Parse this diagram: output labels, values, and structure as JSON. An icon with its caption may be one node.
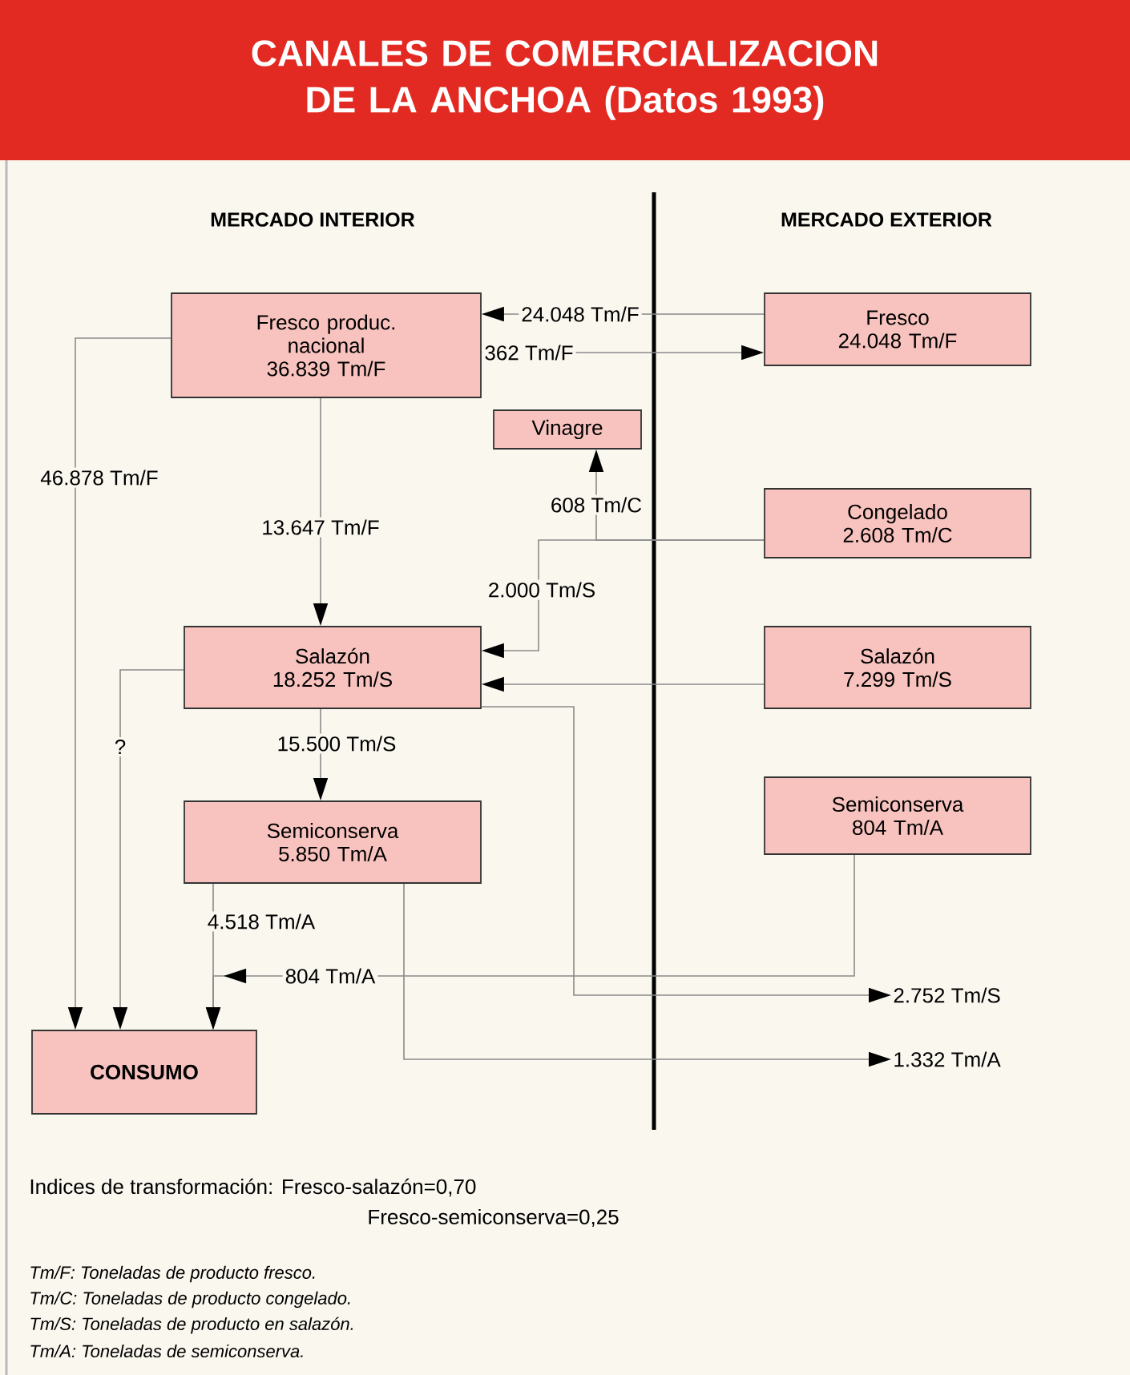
{
  "diagram": {
    "title": "CANALES DE COMERCIALIZACION DE LA ANCHOA (Datos 1993)",
    "nodes": [
      {
        "text": [
          "Fresco produc. nacional",
          "36.839 Tm/F"
        ]
      },
      {
        "text": [
          "Vinagre"
        ]
      },
      {
        "text": [
          "Fresco",
          "24.048 Tm/F"
        ]
      },
      {
        "text": [
          "Congelado",
          "2.608 Tm/C"
        ]
      },
      {
        "text": [
          "Salazón",
          "18.252 Tm/S"
        ]
      },
      {
        "text": [
          "Salazón",
          "7.299 Tm/S"
        ]
      },
      {
        "text": [
          "Semiconserva",
          "5.850 Tm/A"
        ]
      },
      {
        "text": [
          "Semiconserva",
          "804 Tm/A"
        ]
      },
      {
        "text": [
          "CONSUMO"
        ]
      },
      {
        "text": [
          "2.752 Tm/S"
        ]
      },
      {
        "text": [
          "1.332 Tm/A"
        ]
      }
    ],
    "edges": [
      {
        "from": 2,
        "to": 0,
        "arrow": "to",
        "label": "24.048 Tm/F"
      },
      {
        "from": 0,
        "to": 2,
        "arrow": "to",
        "label": "362 Tm/F"
      },
      {
        "from": 0,
        "to": 8,
        "arrow": "to",
        "label": "46.878 Tm/F"
      },
      {
        "from": 0,
        "to": 4,
        "arrow": "to",
        "label": "13.647 Tm/F"
      },
      {
        "from": 3,
        "to": 1,
        "arrow": "to",
        "label": "608 Tm/C"
      },
      {
        "from": 3,
        "to": 4,
        "arrow": "to",
        "label": "2.000 Tm/S"
      },
      {
        "from": 5,
        "to": 4,
        "arrow": "to"
      },
      {
        "from": 4,
        "to": 8,
        "arrow": "to",
        "label": "?"
      },
      {
        "from": 4,
        "to": 6,
        "arrow": "to",
        "label": "15.500 Tm/S"
      },
      {
        "from": 4,
        "to": 9,
        "arrow": "to"
      },
      {
        "from": 6,
        "to": 8,
        "arrow": "to",
        "label": "4.518 Tm/A"
      },
      {
        "from": 7,
        "to": 8,
        "arrow": "to",
        "label": "804 Tm/A"
      },
      {
        "from": 6,
        "to": 10,
        "arrow": "to"
      }
    ],
    "labels": [
      "MERCADO INTERIOR",
      "MERCADO EXTERIOR",
      "Indices de transformación: Fresco-salazón=0,70",
      "Fresco-semiconserva=0,25",
      "Tm/F: Toneladas de producto fresco.",
      "Tm/C: Toneladas de producto congelado.",
      "Tm/S: Toneladas de producto en salazón.",
      "Tm/A: Toneladas de semiconserva."
    ]
  }
}
